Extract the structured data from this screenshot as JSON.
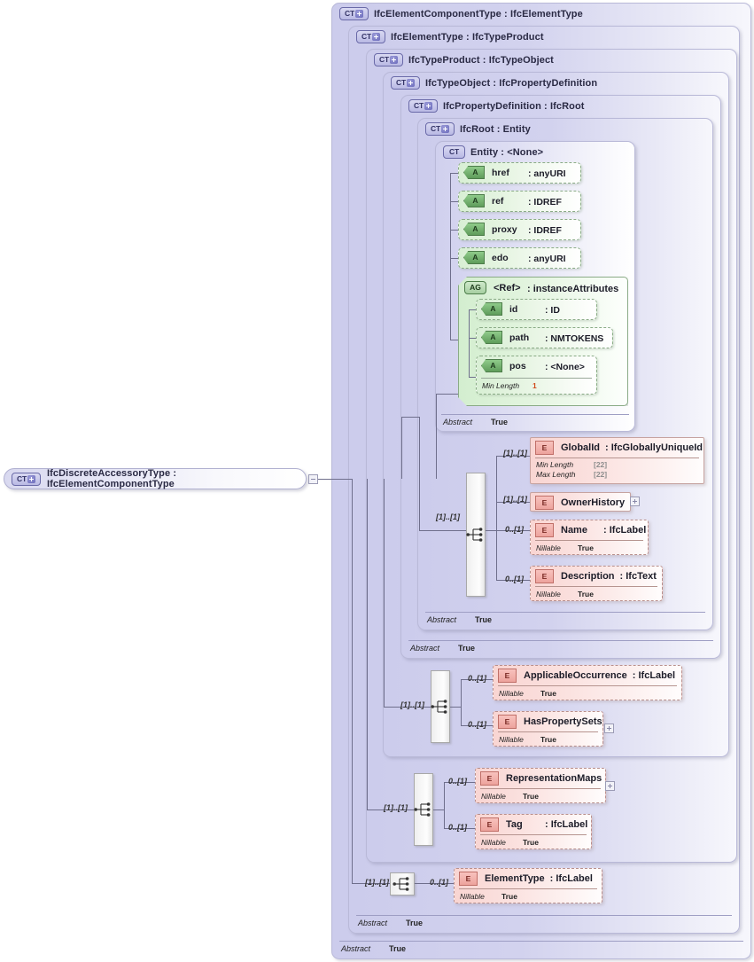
{
  "diagram": {
    "kind": "xsd-schema-diagram",
    "root": {
      "icon": "CT+",
      "label": "IfcDiscreteAccessoryType : IfcElementComponentType",
      "toggle": "collapse-button"
    },
    "colors": {
      "container_fill": "#ccccec",
      "attribute_fill": "#d8efd4",
      "element_fill": "#f9d5d2",
      "line": "#6f6f8c",
      "facet_number": "#d04a1a"
    },
    "containers": [
      {
        "icon": "CT+",
        "label": "IfcElementComponentType : IfcElementType",
        "abstract_key": "Abstract",
        "abstract_value": "True"
      },
      {
        "icon": "CT+",
        "label": "IfcElementType : IfcTypeProduct",
        "abstract_key": "Abstract",
        "abstract_value": "True"
      },
      {
        "icon": "CT+",
        "label": "IfcTypeProduct : IfcTypeObject",
        "abstract_key": "",
        "abstract_value": ""
      },
      {
        "icon": "CT+",
        "label": "IfcTypeObject : IfcPropertyDefinition",
        "abstract_key": "",
        "abstract_value": ""
      },
      {
        "icon": "CT+",
        "label": "IfcPropertyDefinition : IfcRoot",
        "abstract_key": "Abstract",
        "abstract_value": "True"
      },
      {
        "icon": "CT+",
        "label": "IfcRoot : Entity",
        "abstract_key": "Abstract",
        "abstract_value": "True"
      },
      {
        "icon": "CT",
        "label": "Entity : <None>",
        "abstract_key": "Abstract",
        "abstract_value": "True"
      }
    ],
    "attributes": [
      {
        "icon": "A",
        "name": "href",
        "type": ": anyURI"
      },
      {
        "icon": "A",
        "name": "ref",
        "type": ": IDREF"
      },
      {
        "icon": "A",
        "name": "proxy",
        "type": ": IDREF"
      },
      {
        "icon": "A",
        "name": "edo",
        "type": ": anyURI"
      }
    ],
    "attribute_group": {
      "icon": "AG",
      "name": "<Ref>",
      "type": ": instanceAttributes",
      "members": [
        {
          "icon": "A",
          "name": "id",
          "type": ": ID",
          "facet_key": "",
          "facet_value": ""
        },
        {
          "icon": "A",
          "name": "path",
          "type": ": NMTOKENS",
          "facet_key": "",
          "facet_value": ""
        },
        {
          "icon": "A",
          "name": "pos",
          "type": ": <None>",
          "facet_key": "Min Length",
          "facet_value": "1"
        }
      ]
    },
    "element_groups": [
      {
        "group_name": "ifcroot-sequence",
        "compositor": "sequence",
        "cardinality": "[1]..[1]",
        "elements": [
          {
            "icon": "E",
            "name": "GlobalId",
            "type": ": IfcGloballyUniqueId",
            "cardinality": "[1]..[1]",
            "required": true,
            "expandable": false,
            "facets": [
              {
                "key": "Min Length",
                "value": "[22]"
              },
              {
                "key": "Max Length",
                "value": "[22]"
              }
            ]
          },
          {
            "icon": "E",
            "name": "OwnerHistory",
            "type": "",
            "cardinality": "[1]..[1]",
            "required": true,
            "expandable": true,
            "facets": []
          },
          {
            "icon": "E",
            "name": "Name",
            "type": ": IfcLabel",
            "cardinality": "0..[1]",
            "required": false,
            "expandable": false,
            "facets": [
              {
                "key": "Nillable",
                "value": "True"
              }
            ]
          },
          {
            "icon": "E",
            "name": "Description",
            "type": ": IfcText",
            "cardinality": "0..[1]",
            "required": false,
            "expandable": false,
            "facets": [
              {
                "key": "Nillable",
                "value": "True"
              }
            ]
          }
        ]
      },
      {
        "group_name": "ifctypeobject-sequence",
        "compositor": "sequence",
        "cardinality": "[1]..[1]",
        "elements": [
          {
            "icon": "E",
            "name": "ApplicableOccurrence",
            "type": ": IfcLabel",
            "cardinality": "0..[1]",
            "required": false,
            "expandable": false,
            "facets": [
              {
                "key": "Nillable",
                "value": "True"
              }
            ]
          },
          {
            "icon": "E",
            "name": "HasPropertySets",
            "type": "",
            "cardinality": "0..[1]",
            "required": false,
            "expandable": true,
            "facets": [
              {
                "key": "Nillable",
                "value": "True"
              }
            ]
          }
        ]
      },
      {
        "group_name": "ifctypeproduct-sequence",
        "compositor": "sequence",
        "cardinality": "[1]..[1]",
        "elements": [
          {
            "icon": "E",
            "name": "RepresentationMaps",
            "type": "",
            "cardinality": "0..[1]",
            "required": false,
            "expandable": true,
            "facets": [
              {
                "key": "Nillable",
                "value": "True"
              }
            ]
          },
          {
            "icon": "E",
            "name": "Tag",
            "type": ": IfcLabel",
            "cardinality": "0..[1]",
            "required": false,
            "expandable": false,
            "facets": [
              {
                "key": "Nillable",
                "value": "True"
              }
            ]
          }
        ]
      },
      {
        "group_name": "ifcelementtype-sequence",
        "compositor": "sequence",
        "cardinality": "[1]..[1]",
        "elements": [
          {
            "icon": "E",
            "name": "ElementType",
            "type": ": IfcLabel",
            "cardinality": "0..[1]",
            "required": false,
            "expandable": false,
            "facets": [
              {
                "key": "Nillable",
                "value": "True"
              }
            ]
          }
        ]
      }
    ],
    "footers": [
      {
        "key": "Abstract",
        "value": "True"
      },
      {
        "key": "Abstract",
        "value": "True"
      }
    ]
  }
}
